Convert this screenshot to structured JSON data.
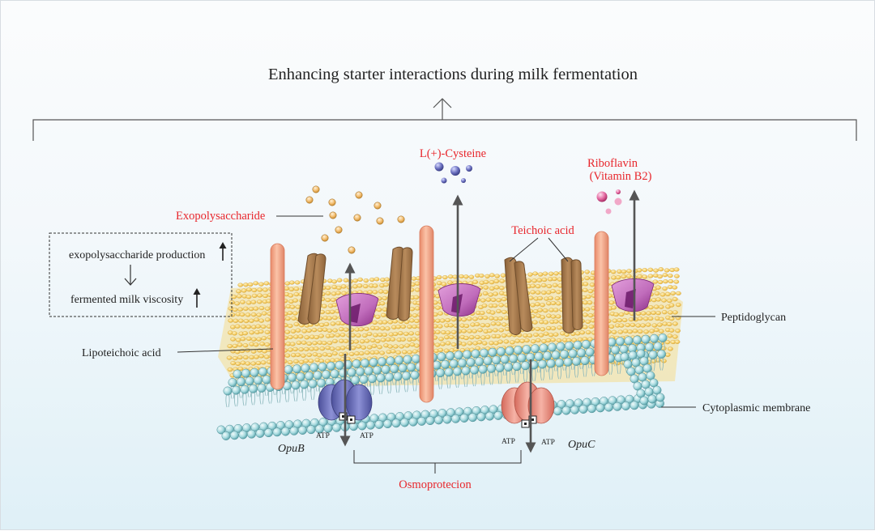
{
  "title": "Enhancing starter interactions during milk fermentation",
  "labels": {
    "exopolysaccharide": "Exopolysaccharide",
    "cysteine": "L(+)-Cysteine",
    "riboflavin_line1": "Riboflavin",
    "riboflavin_line2": "(Vitamin B2)",
    "teichoic_acid": "Teichoic acid",
    "peptidoglycan": "Peptidoglycan",
    "lipoteichoic_acid": "Lipoteichoic acid",
    "cytoplasmic_membrane": "Cytoplasmic membrane",
    "opub": "OpuB",
    "opuc": "OpuC",
    "atp": "ATP",
    "osmoprotection": "Osmoprotecion"
  },
  "effect_box": {
    "line1": "exopolysaccharide production",
    "line2": "fermented milk viscosity"
  },
  "colors": {
    "highlight_red": "#e8262c",
    "lta_rod": "#f4a584",
    "teichoic_brown": "#a97d4f",
    "protein_pink": "#c56cc0",
    "peptidoglycan_yellow": "#f2cd60",
    "membrane_teal": "#9fd3d8",
    "opub_blue": "#6468b8",
    "opuc_salmon": "#ee8d7c",
    "eps_orange": "#f0b65a",
    "cysteine_blue": "#5a5fa8",
    "riboflavin_pink": "#e35c95"
  }
}
